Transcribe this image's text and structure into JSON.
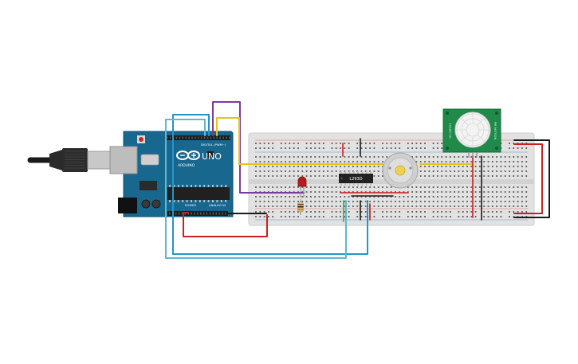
{
  "arduino": {
    "logo_text": "UNO",
    "brand_text": "ARDUINO",
    "digital_label": "DIGITAL (PWM~)",
    "power_label": "POWER",
    "analog_label": "ANALOG IN"
  },
  "ic": {
    "label": "L293D"
  },
  "pir": {
    "label_left": "HC-SR501",
    "label_right": "PIR MOTION"
  },
  "colors": {
    "board": "#17678f",
    "breadboard": "#e2e2e2",
    "wire_yellow": "#e8c21a",
    "wire_purple": "#7b3c99",
    "wire_blue": "#2596c4",
    "wire_lightblue": "#5fb8d0",
    "wire_red": "#cc1f1f",
    "wire_black": "#1a1a1a",
    "wire_green": "#31a948",
    "pir_board": "#1f8a4a"
  }
}
